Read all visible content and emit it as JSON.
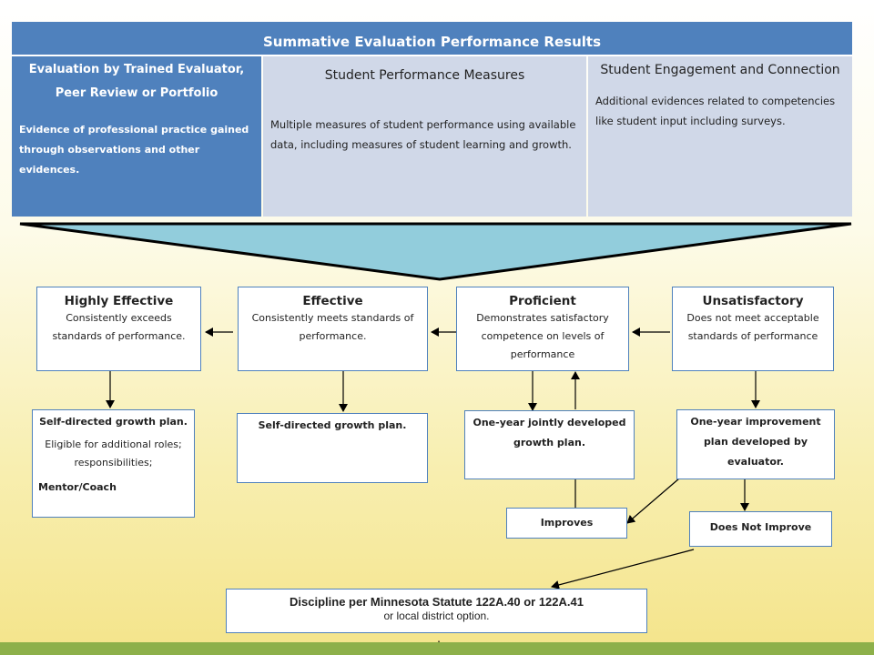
{
  "header": {
    "title": "Summative  Evaluation  Performance Results"
  },
  "columns": [
    {
      "title": "Evaluation by Trained Evaluator, Peer Review or Portfolio",
      "body": "Evidence of professional practice gained through observations and other evidences."
    },
    {
      "title": "Student  Performance Measures",
      "body": "Multiple measures of student performance using available data, including measures of student learning and growth."
    },
    {
      "title": "Student Engagement and Connection",
      "body": "Additional evidences related to competencies like  student input including surveys."
    }
  ],
  "levels": [
    {
      "title": "Highly Effective",
      "desc": "Consistently exceeds standards of performance."
    },
    {
      "title": "Effective",
      "desc": "Consistently meets standards of performance."
    },
    {
      "title": "Proficient",
      "desc": "Demonstrates satisfactory competence on levels of performance"
    },
    {
      "title": "Unsatisfactory",
      "desc": "Does not meet acceptable standards of performance"
    }
  ],
  "plans": {
    "highly_effective": {
      "title": "Self-directed growth plan.",
      "extra": "Eligible for additional roles; responsibilities;",
      "role": "Mentor/Coach"
    },
    "effective": {
      "title": "Self-directed growth plan."
    },
    "proficient": {
      "title": "One-year jointly developed growth plan."
    },
    "unsatisfactory": {
      "title": "One-year improvement plan developed by evaluator."
    }
  },
  "outcomes": {
    "improves": "Improves",
    "does_not_improve": "Does Not Improve"
  },
  "discipline": {
    "title": "Discipline per Minnesota Statute 122A.40 or 122A.41",
    "subtitle": "or local district option.",
    "trailing": "."
  },
  "colors": {
    "blue": "#4f81bd",
    "light_blue": "#d0d8e8",
    "funnel": "#92cddc",
    "green_bar": "#8db04a"
  }
}
